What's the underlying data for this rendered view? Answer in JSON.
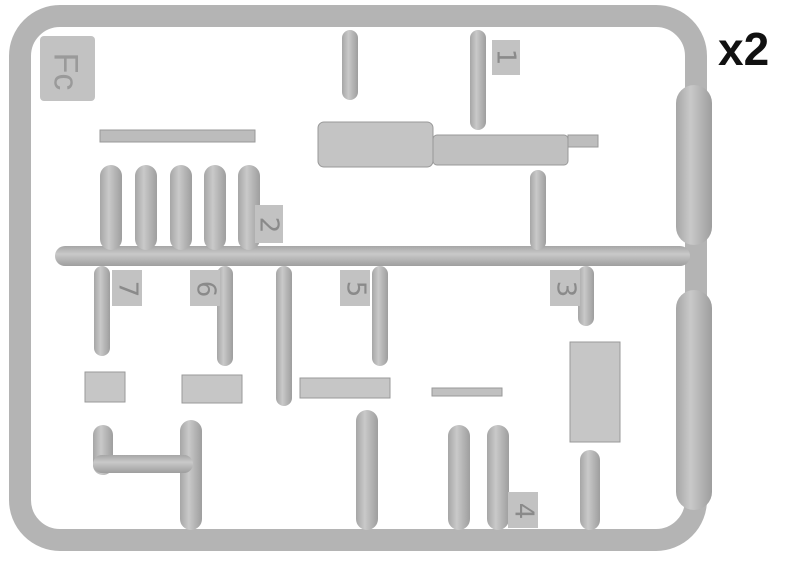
{
  "multiplier": "x2",
  "sprue_code": "Fc",
  "part_numbers": [
    "1",
    "2",
    "3",
    "4",
    "5",
    "6",
    "7"
  ],
  "colors": {
    "plastic": "#b9b9b9",
    "shade": "#9c9c9c",
    "text": "#111111"
  }
}
